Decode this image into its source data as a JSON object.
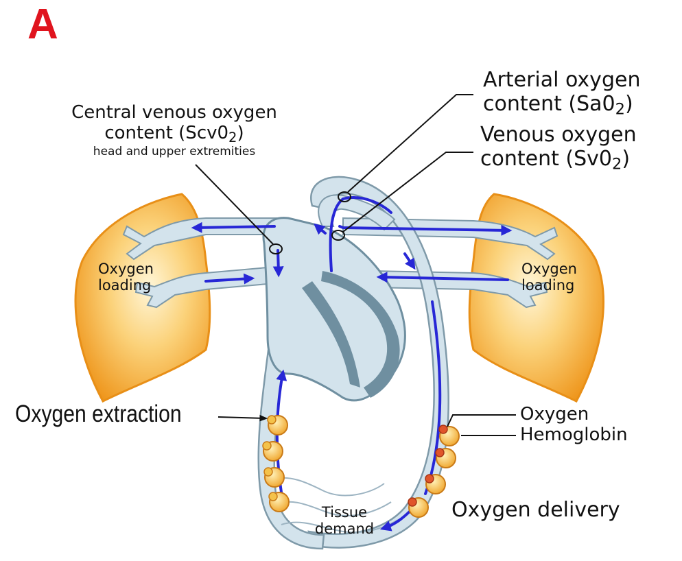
{
  "panel_letter": "A",
  "labels": {
    "central_venous_line1": "Central venous oxygen",
    "central_venous_line2_prefix": "content (Scv0",
    "central_venous_subscript": "2",
    "central_venous_line2_suffix": ")",
    "central_venous_note": "head and upper extremities",
    "arterial_line1": "Arterial oxygen",
    "arterial_line2_prefix": "content (Sa0",
    "arterial_subscript": "2",
    "arterial_line2_suffix": ")",
    "venous_line1": "Venous oxygen",
    "venous_line2_prefix": "content (Sv0",
    "venous_subscript": "2",
    "venous_line2_suffix": ")",
    "oxygen_loading_left_1": "Oxygen",
    "oxygen_loading_left_2": "loading",
    "oxygen_loading_right_1": "Oxygen",
    "oxygen_loading_right_2": "loading",
    "oxygen_extraction": "Oxygen extraction",
    "oxygen": "Oxygen",
    "hemoglobin": "Hemoglobin",
    "oxygen_delivery": "Oxygen delivery",
    "tissue_1": "Tissue",
    "tissue_2": "demand"
  },
  "colors": {
    "panel_letter": "#e0141e",
    "vessel_fill": "#d3e3ec",
    "vessel_outline": "#7f9aa9",
    "heart_dark": "#6f8fa0",
    "flow_arrow": "#2727d6",
    "lung_outer": "#f09a1e",
    "lung_inner": "#fff1c8",
    "hemoglobin_fill": "#f4c24a",
    "oxygen_dot": "#e0552a"
  }
}
